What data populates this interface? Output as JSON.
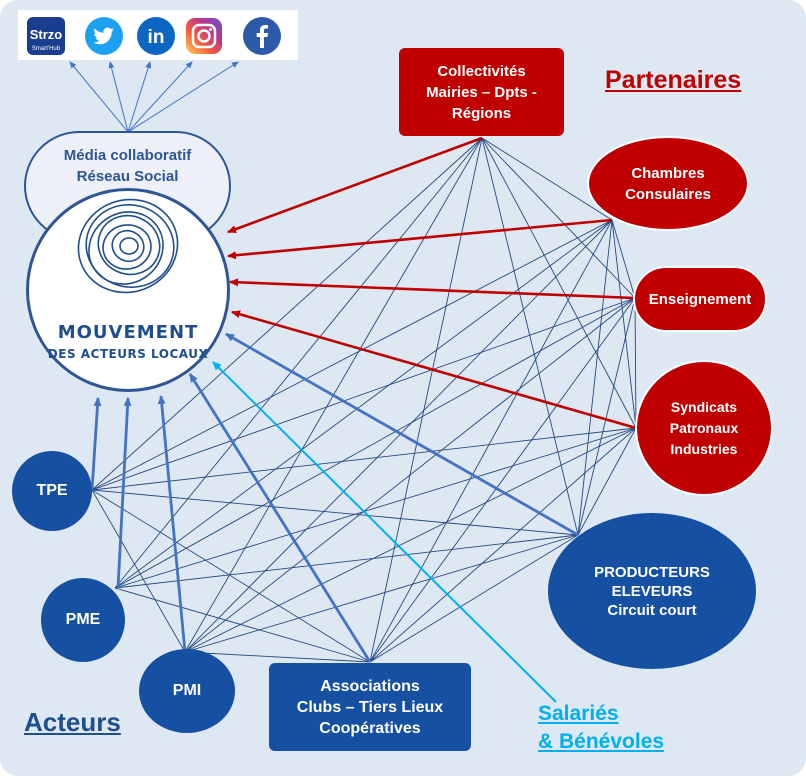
{
  "colors": {
    "background": "#dde8f3",
    "partner_red": "#c00000",
    "actor_blue": "#1550a3",
    "link_blue": "#1f3f7a",
    "salaries_cyan": "#00b0f0"
  },
  "social": {
    "strzo_top": "Strzo",
    "strzo_bottom": "Smart'Hub",
    "icons": [
      "strzo-icon",
      "twitter-icon",
      "linkedin-icon",
      "instagram-icon",
      "facebook-icon"
    ]
  },
  "media": {
    "label": "Média collaboratif\nRéseau Social"
  },
  "logo": {
    "line1": "MOUVEMENT",
    "line2": "DES ACTEURS LOCAUX"
  },
  "partners_title": "Partenaires",
  "actors_title": "Acteurs",
  "partners": {
    "collectivites": "Collectivités\nMairies – Dpts -\nRégions",
    "chambres": "Chambres\nConsulaires",
    "enseignement": "Enseignement",
    "syndicats": "Syndicats\nPatronaux\nIndustries"
  },
  "actors": {
    "producteurs": "PRODUCTEURS\nELEVEURS\nCircuit court",
    "tpe": "TPE",
    "pme": "PME",
    "pmi": "PMI",
    "associations": "Associations\nClubs – Tiers Lieux\nCoopératives"
  },
  "salaries": {
    "line1": "Salariés",
    "line2": "& Bénévoles"
  }
}
